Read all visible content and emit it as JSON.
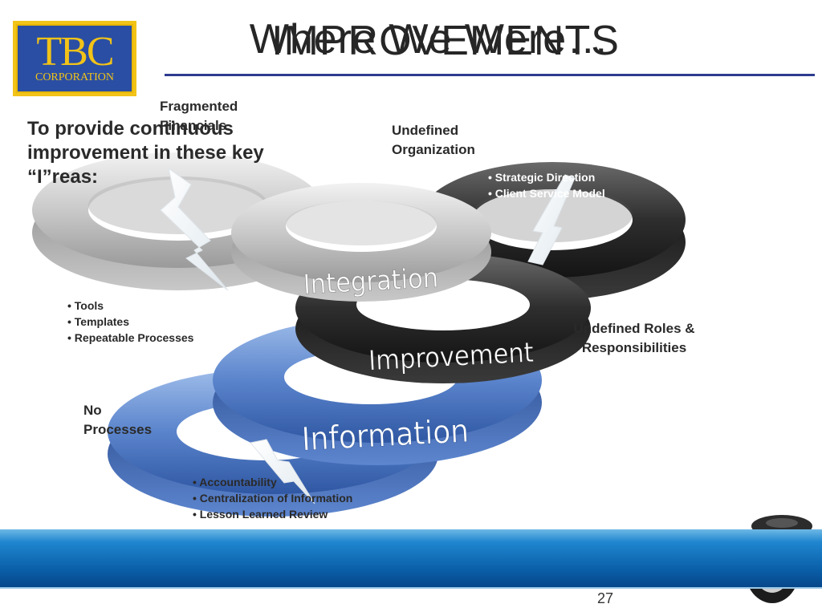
{
  "logo": {
    "brand": "TBC",
    "sub": "CORPORATION"
  },
  "title": {
    "layer_a": "Where We Were…",
    "layer_b": "IMPROVEMENTS"
  },
  "intro": "To provide continuous improvement in these key “I”reas:",
  "rings": {
    "integration": "Integration",
    "improvement": "Improvement",
    "information": "Information"
  },
  "labels": {
    "fragmented": "Fragmented Financials",
    "undefined_org": "Undefined Organization",
    "undefined_roles": "Undefined Roles & Responsibilities",
    "no_processes": "No Processes"
  },
  "bullets": {
    "tools": [
      "• Tools",
      "• Templates",
      "• Repeatable Processes"
    ],
    "strategy": [
      "• Strategic Direction",
      "• Client Service Model"
    ],
    "accountability": [
      "•  Accountability",
      "• Centralization of Information",
      "• Lesson Learned Review"
    ]
  },
  "page_number": "27",
  "colors": {
    "grey_ring": "#a8a8a8",
    "black_ring": "#262626",
    "blue_ring": "#4a75c0",
    "rule": "#2d3b8e",
    "footer": "#0a5fa8"
  }
}
